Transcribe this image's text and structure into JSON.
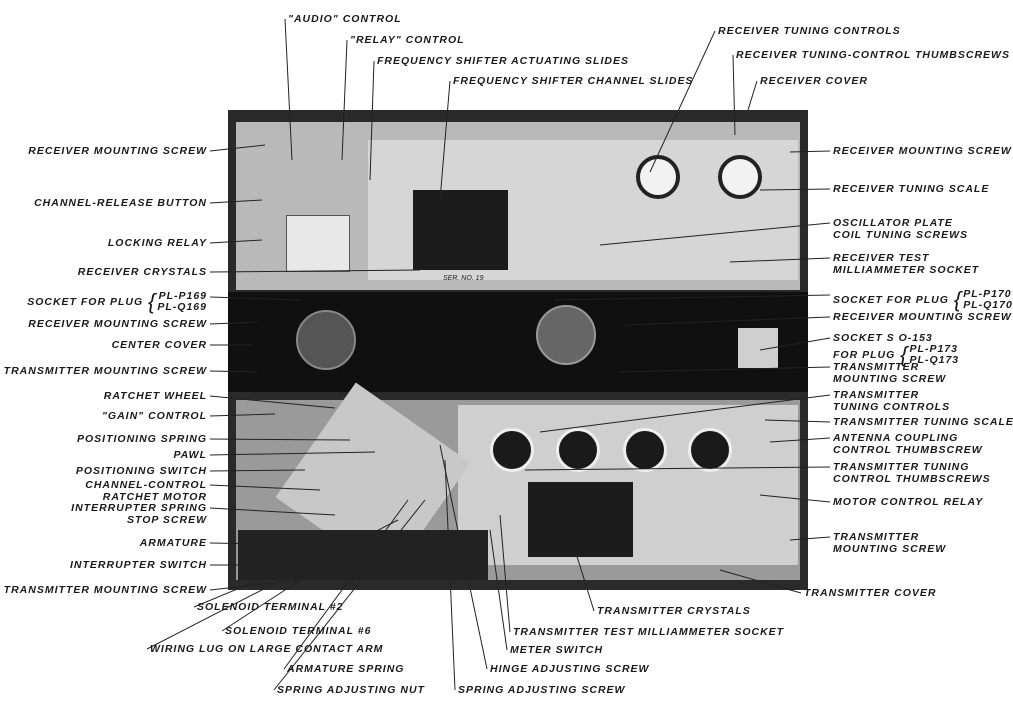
{
  "photo": {
    "serial_plate": "SER. NO. 19"
  },
  "labels": {
    "top": [
      {
        "id": "audio-control",
        "lines": [
          "\"AUDIO\" CONTROL"
        ]
      },
      {
        "id": "relay-control",
        "lines": [
          "\"RELAY\" CONTROL"
        ]
      },
      {
        "id": "frequency-shifter-actuating-slides",
        "lines": [
          "FREQUENCY SHIFTER ACTUATING SLIDES"
        ]
      },
      {
        "id": "frequency-shifter-channel-slides",
        "lines": [
          "FREQUENCY SHIFTER CHANNEL SLIDES"
        ]
      },
      {
        "id": "receiver-tuning-controls",
        "lines": [
          "RECEIVER TUNING CONTROLS"
        ]
      },
      {
        "id": "receiver-tuning-control-thumbscrews",
        "lines": [
          "RECEIVER TUNING-CONTROL THUMBSCREWS"
        ]
      },
      {
        "id": "receiver-cover",
        "lines": [
          "RECEIVER COVER"
        ]
      }
    ],
    "left": [
      {
        "id": "receiver-mounting-screw-1",
        "lines": [
          "RECEIVER MOUNTING SCREW"
        ]
      },
      {
        "id": "channel-release-button",
        "lines": [
          "CHANNEL-RELEASE BUTTON"
        ]
      },
      {
        "id": "locking-relay",
        "lines": [
          "LOCKING RELAY"
        ]
      },
      {
        "id": "receiver-crystals",
        "lines": [
          "RECEIVER CRYSTALS"
        ]
      },
      {
        "id": "socket-for-plug-169",
        "lines": [
          "SOCKET FOR PLUG"
        ],
        "plugs": [
          "PL-P169",
          "PL-Q169"
        ]
      },
      {
        "id": "receiver-mounting-screw-2",
        "lines": [
          "RECEIVER MOUNTING SCREW"
        ]
      },
      {
        "id": "center-cover",
        "lines": [
          "CENTER COVER"
        ]
      },
      {
        "id": "transmitter-mounting-screw-1",
        "lines": [
          "TRANSMITTER MOUNTING SCREW"
        ]
      },
      {
        "id": "ratchet-wheel",
        "lines": [
          "RATCHET WHEEL"
        ]
      },
      {
        "id": "gain-control",
        "lines": [
          "\"GAIN\" CONTROL"
        ]
      },
      {
        "id": "positioning-spring",
        "lines": [
          "POSITIONING SPRING"
        ]
      },
      {
        "id": "pawl",
        "lines": [
          "PAWL"
        ]
      },
      {
        "id": "positioning-switch",
        "lines": [
          "POSITIONING SWITCH"
        ]
      },
      {
        "id": "channel-control-ratchet-motor",
        "lines": [
          "CHANNEL-CONTROL",
          "RATCHET MOTOR"
        ]
      },
      {
        "id": "interrupter-spring-stop-screw",
        "lines": [
          "INTERRUPTER SPRING",
          "STOP SCREW"
        ]
      },
      {
        "id": "armature",
        "lines": [
          "ARMATURE"
        ]
      },
      {
        "id": "interrupter-switch",
        "lines": [
          "INTERRUPTER SWITCH"
        ]
      },
      {
        "id": "transmitter-mounting-screw-2",
        "lines": [
          "TRANSMITTER MOUNTING SCREW"
        ]
      }
    ],
    "bottom": [
      {
        "id": "solenoid-terminal-2",
        "lines": [
          "SOLENOID TERMINAL #2"
        ]
      },
      {
        "id": "solenoid-terminal-6",
        "lines": [
          "SOLENOID TERMINAL #6"
        ]
      },
      {
        "id": "wiring-lug",
        "lines": [
          "WIRING LUG ON LARGE CONTACT ARM"
        ]
      },
      {
        "id": "armature-spring",
        "lines": [
          "ARMATURE SPRING"
        ]
      },
      {
        "id": "spring-adjusting-nut",
        "lines": [
          "SPRING ADJUSTING NUT"
        ]
      },
      {
        "id": "spring-adjusting-screw",
        "lines": [
          "SPRING ADJUSTING SCREW"
        ]
      },
      {
        "id": "hinge-adjusting-screw",
        "lines": [
          "HINGE ADJUSTING SCREW"
        ]
      },
      {
        "id": "meter-switch",
        "lines": [
          "METER SWITCH"
        ]
      },
      {
        "id": "transmitter-test-milliammeter-socket",
        "lines": [
          "TRANSMITTER TEST MILLIAMMETER SOCKET"
        ]
      },
      {
        "id": "transmitter-crystals",
        "lines": [
          "TRANSMITTER CRYSTALS"
        ]
      }
    ],
    "right": [
      {
        "id": "receiver-mounting-screw-3",
        "lines": [
          "RECEIVER MOUNTING SCREW"
        ]
      },
      {
        "id": "receiver-tuning-scale",
        "lines": [
          "RECEIVER TUNING SCALE"
        ]
      },
      {
        "id": "oscillator-plate-coil-tuning-screws",
        "lines": [
          "OSCILLATOR PLATE",
          "COIL TUNING SCREWS"
        ]
      },
      {
        "id": "receiver-test-milliammeter-socket",
        "lines": [
          "RECEIVER TEST",
          "MILLIAMMETER SOCKET"
        ]
      },
      {
        "id": "socket-for-plug-170",
        "lines": [
          "SOCKET FOR PLUG"
        ],
        "plugs": [
          "PL-P170",
          "PL-Q170"
        ]
      },
      {
        "id": "receiver-mounting-screw-4",
        "lines": [
          "RECEIVER MOUNTING SCREW"
        ]
      },
      {
        "id": "socket-so-153",
        "lines": [
          "SOCKET S O-153",
          "FOR PLUG"
        ],
        "plugs": [
          "PL-P173",
          "PL-Q173"
        ]
      },
      {
        "id": "transmitter-mounting-screw-3",
        "lines": [
          "TRANSMITTER",
          "MOUNTING SCREW"
        ]
      },
      {
        "id": "transmitter-tuning-controls",
        "lines": [
          "TRANSMITTER",
          "TUNING CONTROLS"
        ]
      },
      {
        "id": "transmitter-tuning-scale",
        "lines": [
          "TRANSMITTER TUNING SCALE"
        ]
      },
      {
        "id": "antenna-coupling-control-thumbscrew",
        "lines": [
          "ANTENNA COUPLING",
          "CONTROL THUMBSCREW"
        ]
      },
      {
        "id": "transmitter-tuning-control-thumbscrews",
        "lines": [
          "TRANSMITTER TUNING",
          "CONTROL THUMBSCREWS"
        ]
      },
      {
        "id": "motor-control-relay",
        "lines": [
          "MOTOR CONTROL RELAY"
        ]
      },
      {
        "id": "transmitter-mounting-screw-4",
        "lines": [
          "TRANSMITTER",
          "MOUNTING SCREW"
        ]
      },
      {
        "id": "transmitter-cover",
        "lines": [
          "TRANSMITTER COVER"
        ]
      }
    ]
  }
}
